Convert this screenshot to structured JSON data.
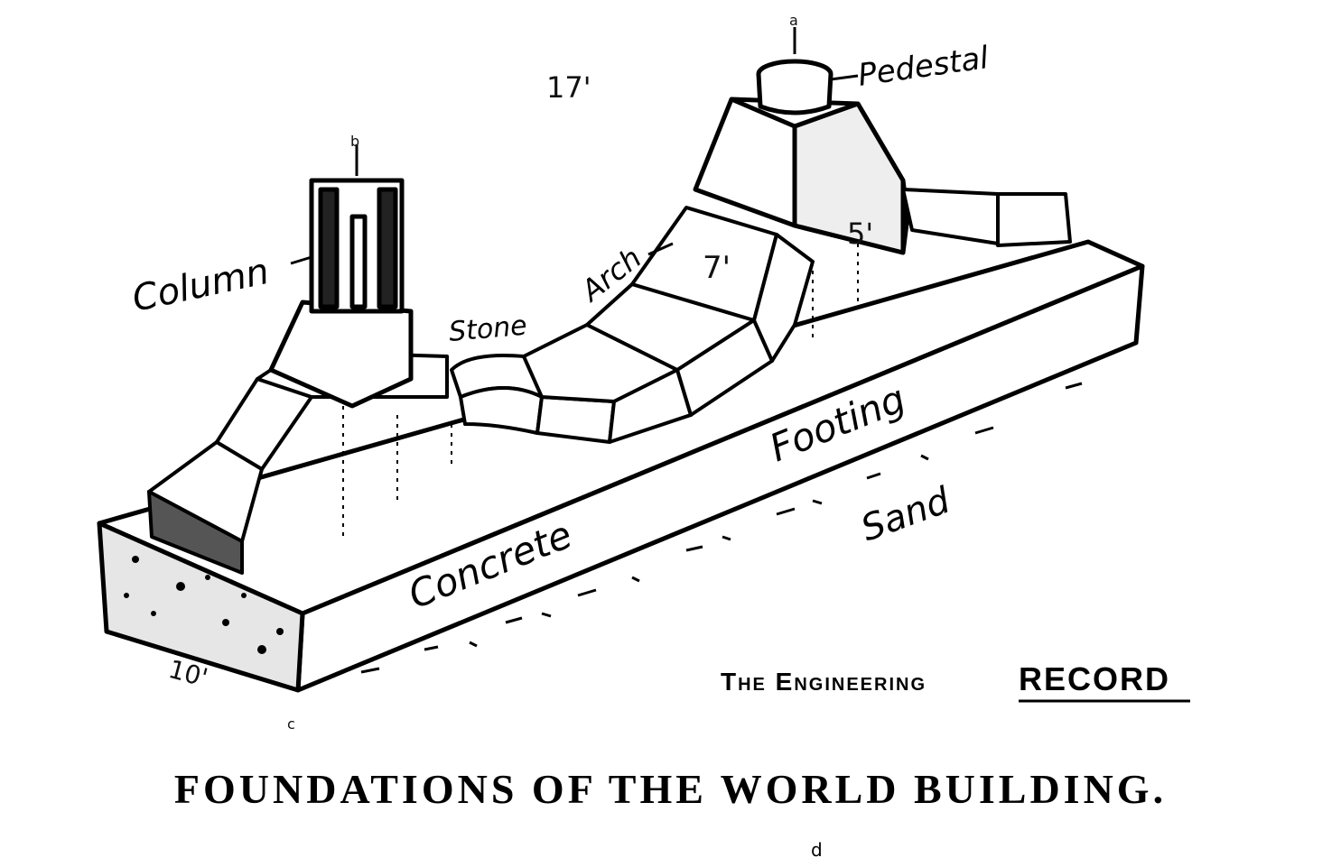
{
  "labels": {
    "column": "Column",
    "pedestal": "Pedestal",
    "stone": "Stone",
    "arch": "Arch",
    "footing": "Footing",
    "concrete": "Concrete",
    "sand": "Sand"
  },
  "dimensions": {
    "span": "17'",
    "arch": "7'",
    "pedestal_height": "5'",
    "width": "10'"
  },
  "point_marks": {
    "column_top": "b",
    "pedestal_top": "a",
    "base_corner": "c",
    "bottom": "d"
  },
  "credit": {
    "prefix": "The Engineering",
    "name": "RECORD"
  },
  "caption": "FOUNDATIONS OF THE WORLD BUILDING."
}
